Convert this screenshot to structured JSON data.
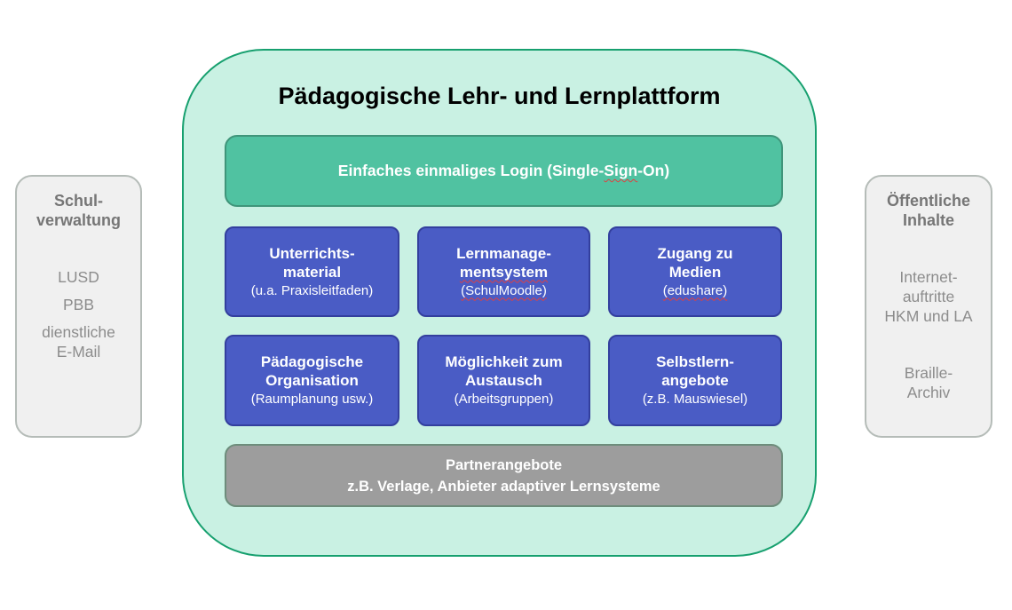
{
  "colors": {
    "page_bg": "#ffffff",
    "platform_bg": "#c9f1e3",
    "platform_border": "#17a06f",
    "login_bg": "#50c2a1",
    "login_border": "#3f957a",
    "module_bg": "#4a5cc5",
    "module_border": "#333f9e",
    "partner_bg": "#9d9d9d",
    "partner_border": "#6e8d7c",
    "side_bg": "#f0f0f0",
    "side_border": "#b5bcb8",
    "side_heading_text": "#767676",
    "side_item_text": "#8c8c8c",
    "box_text": "#ffffff",
    "title_text": "#000000",
    "squiggle": "#e04040"
  },
  "platform": {
    "title": "Pädagogische Lehr- und Lernplattform",
    "login": {
      "before": "Einfaches einmaliges Login (Single-",
      "squiggle": "Sign",
      "after": "-On)"
    },
    "modules": [
      {
        "line1": "Unterrichts-",
        "line2": "material",
        "sub": "(u.a. Praxisleitfaden)"
      },
      {
        "line1": "Lernmanage-",
        "line2": "mentsystem",
        "sub": "(SchulMoodle)"
      },
      {
        "line1": "Zugang zu",
        "line2": "Medien",
        "sub": "(edushare)"
      },
      {
        "line1": "Pädagogische",
        "line2": "Organisation",
        "sub": "(Raumplanung usw.)"
      },
      {
        "line1": "Möglichkeit zum",
        "line2": "Austausch",
        "sub": "(Arbeitsgruppen)"
      },
      {
        "line1": "Selbstlern-",
        "line2": "angebote",
        "sub": "(z.B. Mauswiesel)"
      }
    ],
    "partner": {
      "line1": "Partnerangebote",
      "line2": "z.B. Verlage, Anbieter adaptiver Lernsysteme"
    }
  },
  "left_panel": {
    "heading_line1": "Schul-",
    "heading_line2": "verwaltung",
    "item1": "LUSD",
    "item2": "PBB",
    "item3_line1": "dienstliche",
    "item3_line2": "E-Mail"
  },
  "right_panel": {
    "heading_line1": "Öffentliche",
    "heading_line2": "Inhalte",
    "item1_line1": "Internet-",
    "item1_line2": "auftritte",
    "item1_line3": "HKM und LA",
    "item2_line1": "Braille-",
    "item2_line2": "Archiv"
  }
}
